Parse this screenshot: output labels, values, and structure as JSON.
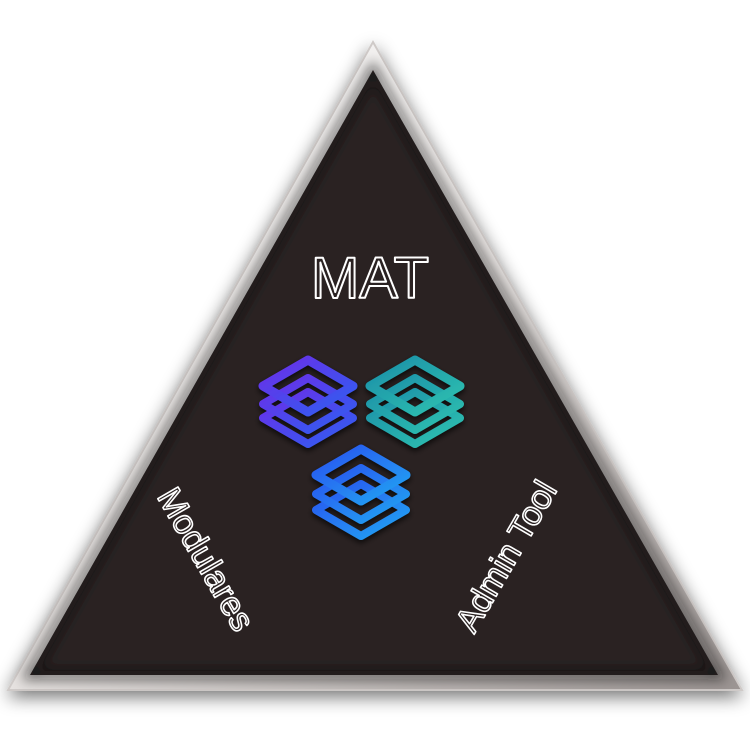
{
  "logo": {
    "title": "MAT",
    "left_label": "Modulares",
    "right_label": "Admin Tool",
    "icon_name": "stacked-layers-icon",
    "colors": {
      "background": "#ffffff",
      "triangle_fill": "#2a2323",
      "triangle_rim": "#f2efee",
      "text_outline": "#ffffff",
      "stack_purple": "#3d43e0",
      "stack_teal": "#1fa6a5",
      "stack_blue": "#2a7cf0"
    }
  }
}
